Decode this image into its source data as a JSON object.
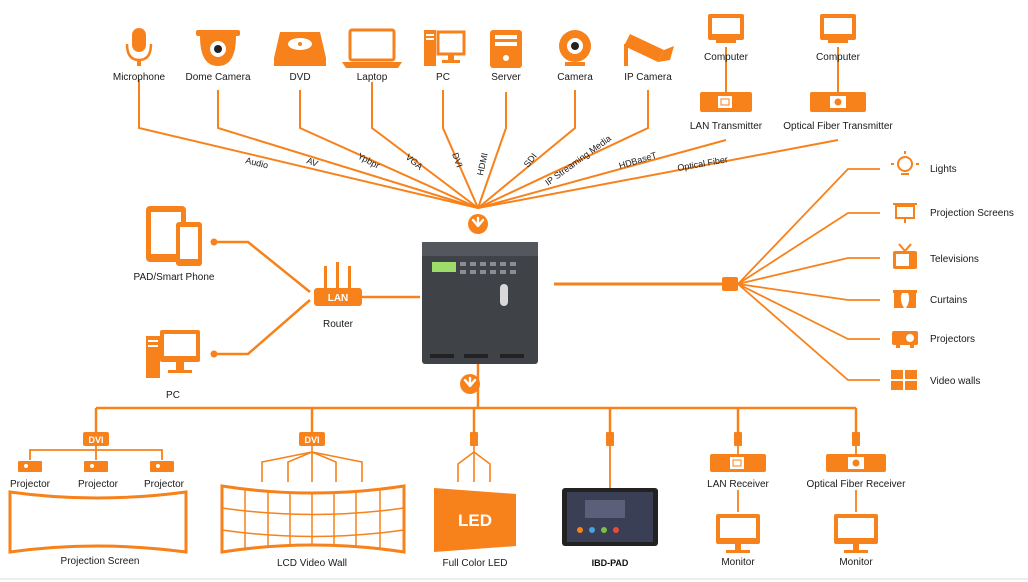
{
  "colors": {
    "accent": "#f7821b",
    "device_body": "#3f4348",
    "dark": "#222222"
  },
  "sources": [
    {
      "label": "Microphone",
      "icon": "microphone-icon",
      "signal": "Audio"
    },
    {
      "label": "Dome Camera",
      "icon": "dome-camera-icon",
      "signal": "AV"
    },
    {
      "label": "DVD",
      "icon": "dvd-icon",
      "signal": "Ypbpr"
    },
    {
      "label": "Laptop",
      "icon": "laptop-icon",
      "signal": "VGA"
    },
    {
      "label": "PC",
      "icon": "pc-icon",
      "signal": "DVI"
    },
    {
      "label": "Server",
      "icon": "server-icon",
      "signal": "HDMI"
    },
    {
      "label": "Camera",
      "icon": "webcam-icon",
      "signal": "SDI"
    },
    {
      "label": "IP Camera",
      "icon": "ip-camera-icon",
      "signal": "IP Streaming Media"
    }
  ],
  "fiber_sources": [
    {
      "top_label": "Computer",
      "label": "LAN Transmitter",
      "signal": "HDBaseT"
    },
    {
      "top_label": "Computer",
      "label": "Optical Fiber Transmitter",
      "signal": "Optical Fiber"
    }
  ],
  "left_side": {
    "pad_label": "PAD/Smart Phone",
    "pc_label": "PC",
    "router_label": "Router",
    "router_badge": "LAN"
  },
  "controls": [
    {
      "label": "Lights",
      "icon": "light-bulb-icon"
    },
    {
      "label": "Projection Screens",
      "icon": "projection-screen-icon"
    },
    {
      "label": "Televisions",
      "icon": "television-icon"
    },
    {
      "label": "Curtains",
      "icon": "curtains-icon"
    },
    {
      "label": "Projectors",
      "icon": "projector-icon"
    },
    {
      "label": "Video walls",
      "icon": "video-wall-icon"
    }
  ],
  "outputs": {
    "dvi_badge": "DVI",
    "projectors": [
      "Projector",
      "Projector",
      "Projector"
    ],
    "projection_screen": "Projection Screen",
    "lcd_wall": "LCD Video Wall",
    "led_badge": "LED",
    "full_color_led": "Full Color LED",
    "pad_label": "IBD-PAD",
    "lan_receiver": "LAN Receiver",
    "optical_receiver": "Optical Fiber Receiver",
    "monitor_left": "Monitor",
    "monitor_right": "Monitor"
  }
}
